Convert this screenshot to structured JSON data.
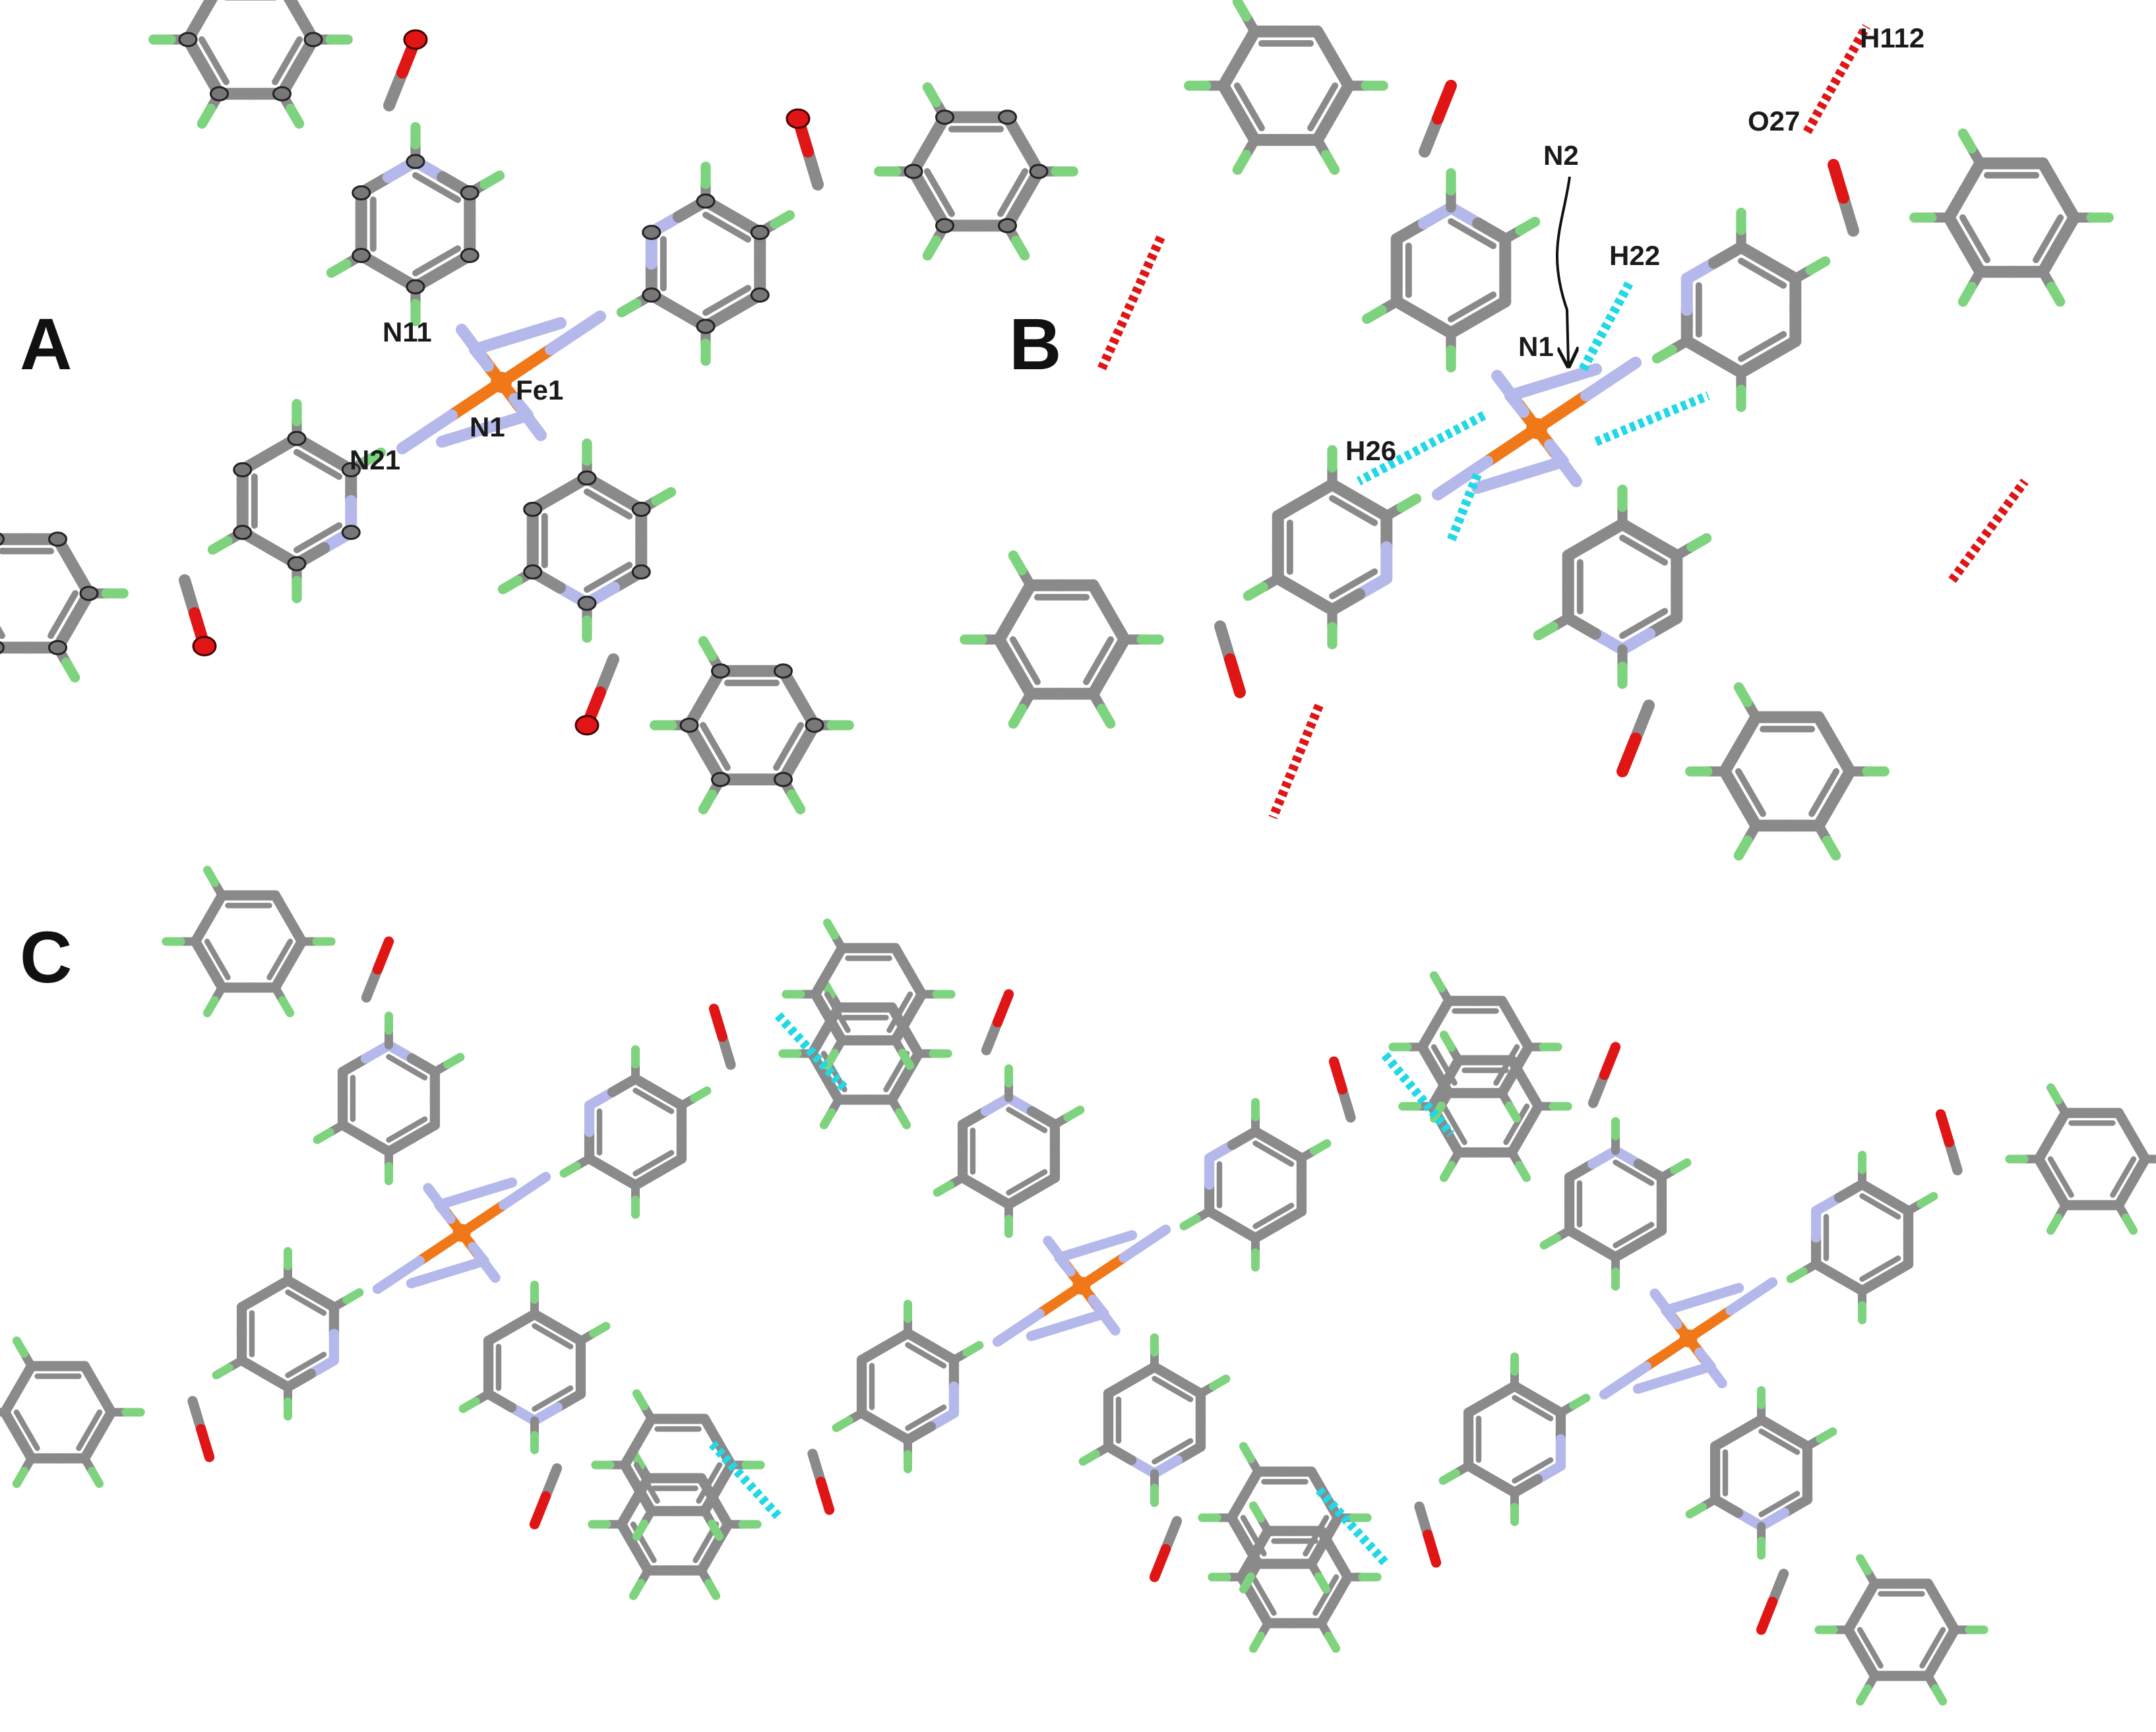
{
  "figure": {
    "panels": [
      {
        "letter": "A",
        "atom_labels": [
          "N11",
          "Fe1",
          "N1",
          "N21"
        ]
      },
      {
        "letter": "B",
        "atom_labels": [
          "H112",
          "O27",
          "N2",
          "H22",
          "N1",
          "H26"
        ]
      },
      {
        "letter": "C",
        "atom_labels": []
      }
    ]
  },
  "colors": {
    "carbon": "#8a8a8a",
    "hydrogen": "#7ed37e",
    "nitrogen": "#b4b8ea",
    "oxygen": "#e01515",
    "iron": "#f07818",
    "hbond": "#22d8e6",
    "label": "#1a1a1a"
  }
}
